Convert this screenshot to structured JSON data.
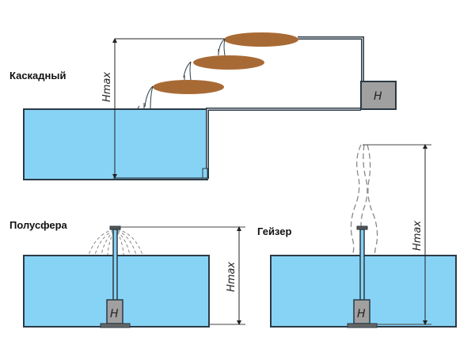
{
  "labels": {
    "cascade": "Каскадный",
    "hemisphere": "Полусфера",
    "geyser": "Гейзер"
  },
  "dimension_label": "Hmax",
  "pump_label": "H",
  "colors": {
    "water": "#87d3f5",
    "outline": "#2b3a45",
    "bowl": "#a86a35",
    "pump": "#a0a0a0",
    "spray": "#777777"
  }
}
